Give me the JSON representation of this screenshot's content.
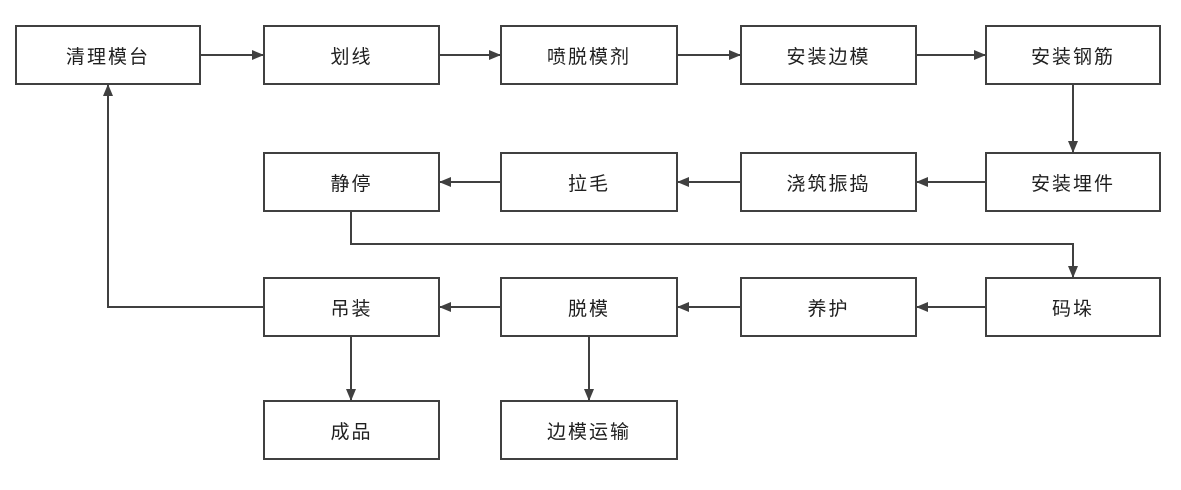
{
  "diagram": {
    "type": "flowchart",
    "language": "zh-CN",
    "colors": {
      "box_border": "#404040",
      "box_fill": "#ffffff",
      "arrow": "#404040",
      "text": "#1f1f1f",
      "background": "#ffffff"
    },
    "nodes": [
      {
        "id": "clean-table",
        "label": "清理模台"
      },
      {
        "id": "marking",
        "label": "划线"
      },
      {
        "id": "spray-release",
        "label": "喷脱模剂"
      },
      {
        "id": "side-mold",
        "label": "安装边模"
      },
      {
        "id": "rebar",
        "label": "安装钢筋"
      },
      {
        "id": "embed-parts",
        "label": "安装埋件"
      },
      {
        "id": "pour-vibrate",
        "label": "浇筑振捣"
      },
      {
        "id": "roughening",
        "label": "拉毛"
      },
      {
        "id": "rest",
        "label": "静停"
      },
      {
        "id": "stacking",
        "label": "码垛"
      },
      {
        "id": "curing",
        "label": "养护"
      },
      {
        "id": "demolding",
        "label": "脱模"
      },
      {
        "id": "hoisting",
        "label": "吊装"
      },
      {
        "id": "product",
        "label": "成品"
      },
      {
        "id": "mold-transport",
        "label": "边模运输"
      }
    ],
    "edges": [
      {
        "from": "clean-table",
        "to": "marking"
      },
      {
        "from": "marking",
        "to": "spray-release"
      },
      {
        "from": "spray-release",
        "to": "side-mold"
      },
      {
        "from": "side-mold",
        "to": "rebar"
      },
      {
        "from": "rebar",
        "to": "embed-parts"
      },
      {
        "from": "embed-parts",
        "to": "pour-vibrate"
      },
      {
        "from": "pour-vibrate",
        "to": "roughening"
      },
      {
        "from": "roughening",
        "to": "rest"
      },
      {
        "from": "rest",
        "to": "stacking"
      },
      {
        "from": "stacking",
        "to": "curing"
      },
      {
        "from": "curing",
        "to": "demolding"
      },
      {
        "from": "demolding",
        "to": "hoisting"
      },
      {
        "from": "hoisting",
        "to": "clean-table"
      },
      {
        "from": "hoisting",
        "to": "product"
      },
      {
        "from": "demolding",
        "to": "mold-transport"
      }
    ]
  }
}
